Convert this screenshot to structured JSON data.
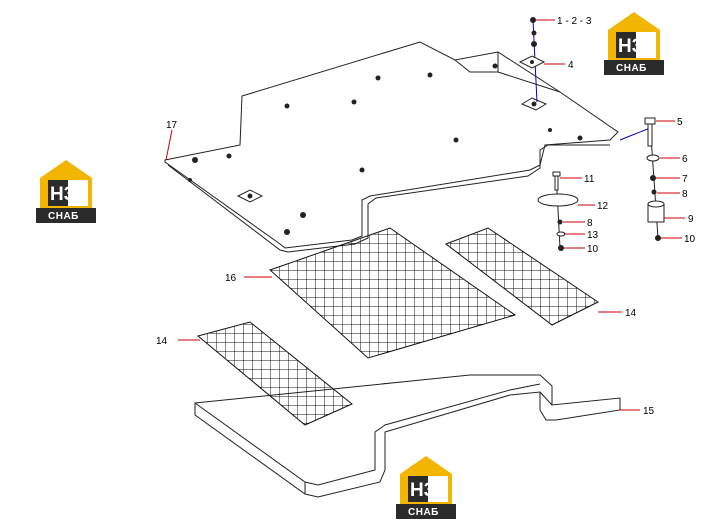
{
  "diagram": {
    "callouts": [
      {
        "id": "c-1-2-3",
        "text": "1 - 2 - 3"
      },
      {
        "id": "c-4",
        "text": "4"
      },
      {
        "id": "c-5",
        "text": "5"
      },
      {
        "id": "c-6",
        "text": "6"
      },
      {
        "id": "c-7",
        "text": "7"
      },
      {
        "id": "c-8a",
        "text": "8"
      },
      {
        "id": "c-9",
        "text": "9"
      },
      {
        "id": "c-10a",
        "text": "10"
      },
      {
        "id": "c-11",
        "text": "11"
      },
      {
        "id": "c-12",
        "text": "12"
      },
      {
        "id": "c-8b",
        "text": "8"
      },
      {
        "id": "c-13",
        "text": "13"
      },
      {
        "id": "c-10b",
        "text": "10"
      },
      {
        "id": "c-14a",
        "text": "14"
      },
      {
        "id": "c-14b",
        "text": "14"
      },
      {
        "id": "c-15",
        "text": "15"
      },
      {
        "id": "c-16",
        "text": "16"
      },
      {
        "id": "c-17",
        "text": "17"
      }
    ],
    "callout_color": "#cc0000",
    "connector_color": "#0000cc",
    "line_color": "#222222"
  },
  "watermarks": [
    {
      "id": "wm-top-right",
      "letters": "H3",
      "word": "СНАБ"
    },
    {
      "id": "wm-left",
      "letters": "H3",
      "word": "СНАБ"
    },
    {
      "id": "wm-bottom",
      "letters": "H3",
      "word": "СНАБ"
    }
  ],
  "watermark_colors": {
    "house": "#f2b600",
    "dark": "#2b2b2b",
    "light": "#ffffff"
  }
}
